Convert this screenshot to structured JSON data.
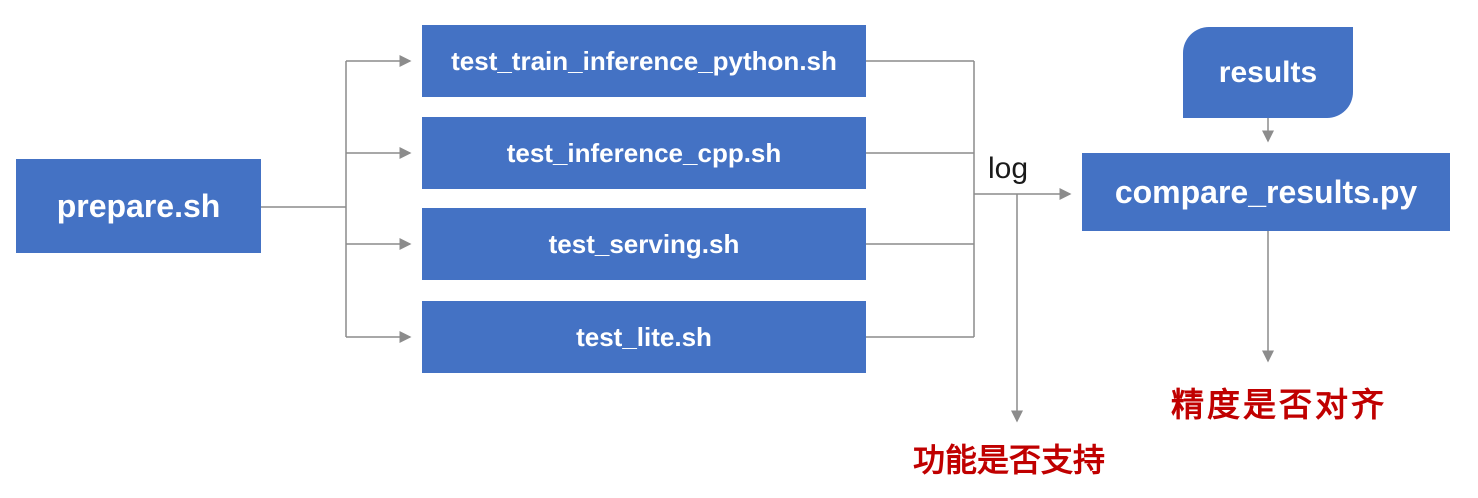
{
  "diagram": {
    "type": "flowchart",
    "nodes": {
      "prepare": {
        "label": "prepare.sh"
      },
      "test_scripts": [
        {
          "label": "test_train_inference_python.sh"
        },
        {
          "label": "test_inference_cpp.sh"
        },
        {
          "label": "test_serving.sh"
        },
        {
          "label": "test_lite.sh"
        }
      ],
      "results": {
        "label": "results"
      },
      "compare": {
        "label": "compare_results.py"
      }
    },
    "edge_labels": {
      "log": "log"
    },
    "annotations": {
      "function_supported": "功能是否支持",
      "precision_aligned": "精度是否对齐"
    },
    "colors": {
      "background": "#ffffff",
      "node_fill": "#4472C4",
      "node_text": "#ffffff",
      "connector": "#8c8c8c",
      "edge_label_text": "#1a1a1a",
      "annotation_text": "#c00000"
    }
  }
}
